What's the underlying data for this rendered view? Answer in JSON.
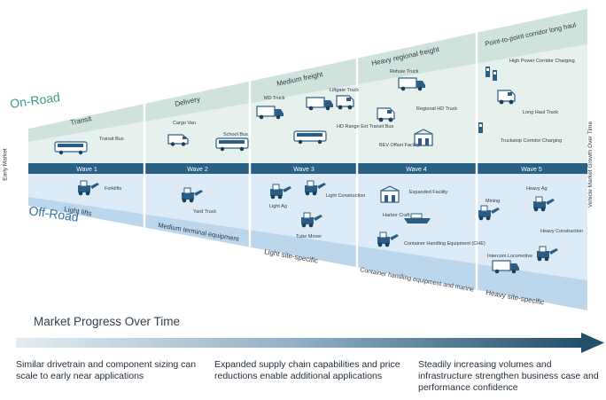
{
  "modes": {
    "on_road": "On-Road",
    "off_road": "Off-Road"
  },
  "side_labels": {
    "early_market": "Early Market",
    "growth": "Vehicle Market Growth Over Time"
  },
  "on_road_segments": [
    "Transit",
    "Delivery",
    "Medium freight",
    "Heavy regional freight",
    "Point-to-point corridor long haul"
  ],
  "off_road_segments": [
    "Light lifts",
    "Medium terminal equipment",
    "Light site-specific",
    "Container handling equipment and marine",
    "Heavy site-specific"
  ],
  "waves": [
    "Wave 1",
    "Wave 2",
    "Wave 3",
    "Wave 4",
    "Wave 5"
  ],
  "vehicle_labels": {
    "transit_bus": "Transit Bus",
    "cargo_van": "Cargo Van",
    "school_bus": "School Bus",
    "md_truck": "MD Truck",
    "liftgate_truck": "Liftgate Truck",
    "hd_range_ext_transit_bus": "HD Range Ext Transit Bus",
    "refuse_truck": "Refuse Truck",
    "regional_hd_truck": "Regional HD Truck",
    "bev_offset_facility": "BEV Offset Facility",
    "high_power_corridor_charging": "High Power Corridor Charging",
    "long_haul_truck": "Long Haul Truck",
    "truckstop_corridor_charging": "Truckstop Corridor Charging",
    "forklifts": "Forklifts",
    "yard_truck": "Yard Truck",
    "light_ag": "Light Ag",
    "light_construction": "Light Construction",
    "tube_mover": "Tube Mover",
    "expanded_facility": "Expanded Facility",
    "harbor_craft": "Harbor Craft",
    "container_handling_equipment": "Container Handling Equipment (CHE)",
    "mining": "Mining",
    "heavy_ag": "Heavy Ag",
    "heavy_construction": "Heavy Construction",
    "intercom_locomotive": "Intercom Locomotive"
  },
  "market_progress": "Market Progress Over Time",
  "bottom_notes": [
    "Similar drivetrain and component sizing can scale to early near applications",
    "Expanded supply chain capabilities and price reductions enable additional applications",
    "Steadily increasing volumes and infrastructure strengthen business case and performance confidence"
  ],
  "colors": {
    "on_road_band": "#cfe3dc",
    "on_road_fill": "#e6f0ec",
    "off_road_band": "#bcd7ec",
    "off_road_fill": "#dcebf6",
    "wave_bar": "#2a5f86",
    "on_road_text": "#3a9a8c",
    "off_road_text": "#2d72a6",
    "vehicle": "#2c5d86",
    "arrow_end": "#234f6a"
  }
}
